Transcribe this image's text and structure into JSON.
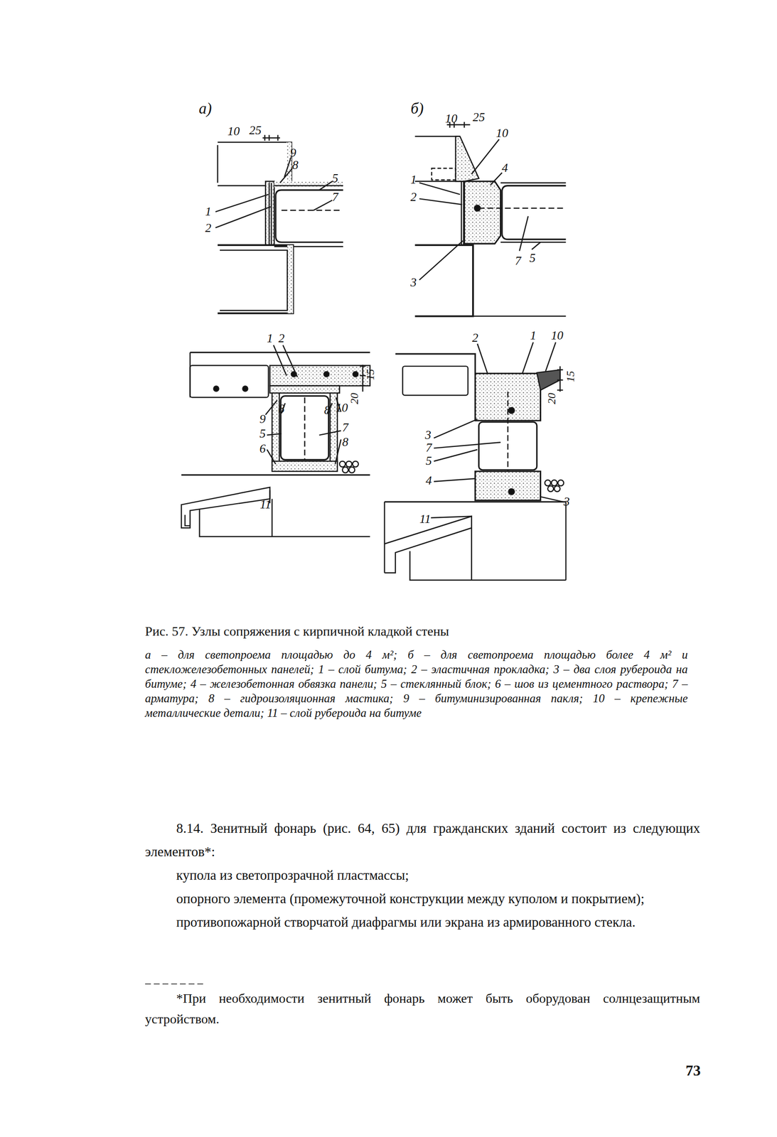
{
  "diagram": {
    "caption": "Рис. 57. Узлы сопряжения с кирпичной кладкой стены",
    "labels": [
      "а)",
      "10",
      "25",
      "9",
      "8",
      "5",
      "7",
      "1",
      "2",
      "б)",
      "10",
      "25",
      "10",
      "4",
      "1",
      "2",
      "3",
      "7",
      "5",
      "1",
      "2",
      "15",
      "20",
      "10",
      "9",
      "8",
      "8",
      "7",
      "8",
      "5",
      "6",
      "11",
      "2",
      "1",
      "10",
      "15",
      "20",
      "3",
      "7",
      "5",
      "4",
      "11",
      "3",
      "а – для светопроема площадью до 4 м²; б – для светопроема площадью более 4 м² и стекложелезобетонных панелей; 1 – слой битума; 2 – эластичная прокладка; 3 – два слоя рубероида на битуме; 4 – железобетонная обвязка панели; 5 – стеклянный блок; 6 – шов из цементного раствора; 7 – арматура; 8 – гидроизоляционная мастика; 9 – битуминизированная пакля; 10 – крепежные металлические детали; 11 – слой рубероида на битуме",
      "8.14. Зенитный фонарь (рис. 64, 65) для гражданских зданий состоит из следующих элементов*:",
      "купола из светопрозрачной пластмассы;",
      "опорного элемента (промежуточной конструкции между куполом и покрытием);",
      "противопожарной створчатой диафрагмы или экрана из армированного стекла.",
      "*При необходимости зенитный фонарь может быть оборудован солнцезащитным устройством.",
      "73"
    ]
  }
}
